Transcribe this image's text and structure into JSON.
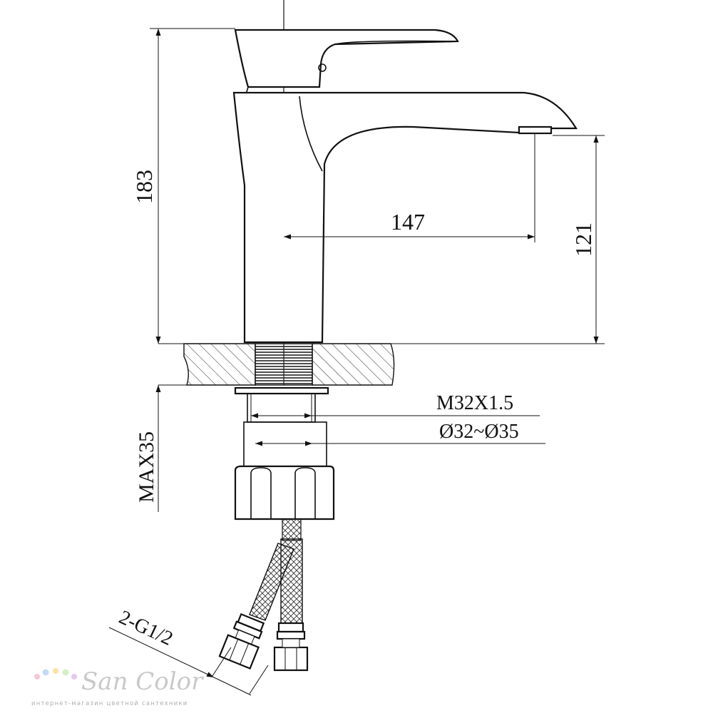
{
  "dimensions": {
    "total_height": "183",
    "spout_reach": "147",
    "spout_height": "121",
    "thread": "M32X1.5",
    "hole_diameter": "Ø32~Ø35",
    "max_thickness": "MAX35",
    "hose_connection": "2-G1/2"
  },
  "watermark": {
    "brand": "San Color",
    "tagline": "интернет-магазин цветной сантехники",
    "dot_colors": [
      "#f6c6d8",
      "#c7d9f5",
      "#f9e3a8",
      "#d3f0c4",
      "#e2c9f2"
    ]
  }
}
